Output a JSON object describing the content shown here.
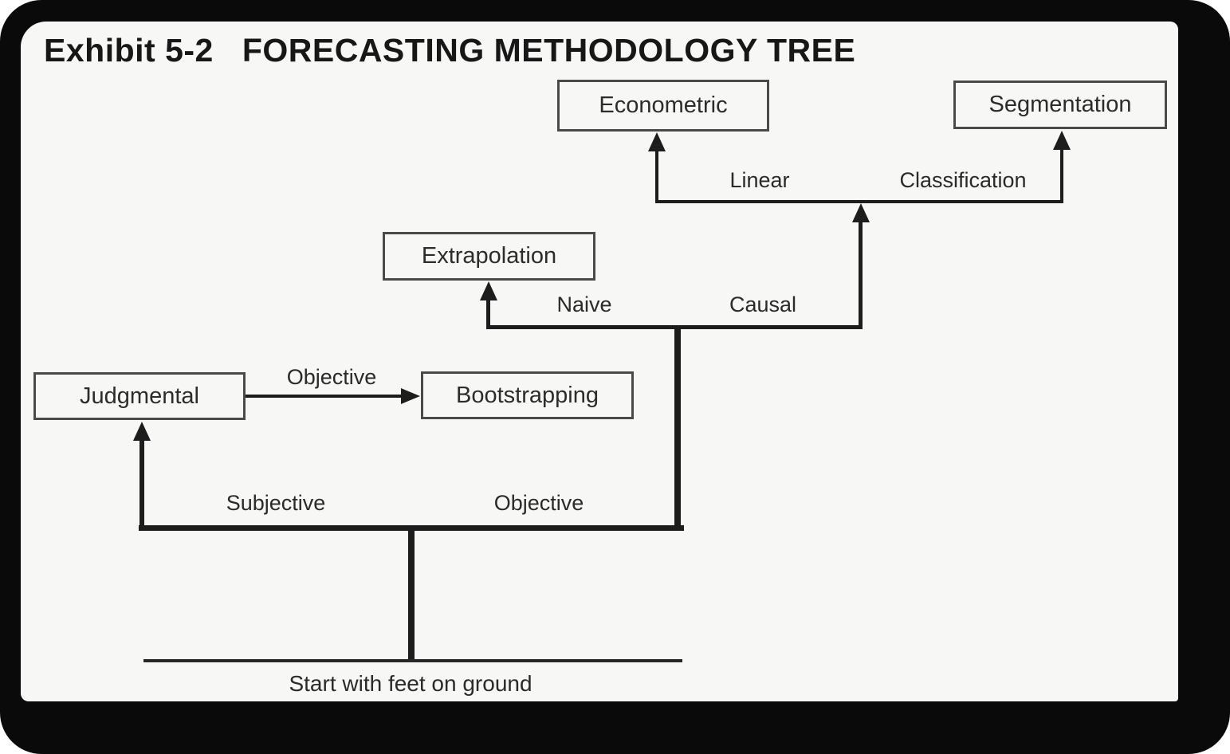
{
  "title": {
    "exhibit": "Exhibit 5-2",
    "heading": "FORECASTING METHODOLOGY TREE"
  },
  "nodes": {
    "econometric": "Econometric",
    "segmentation": "Segmentation",
    "extrapolation": "Extrapolation",
    "judgmental": "Judgmental",
    "bootstrapping": "Bootstrapping"
  },
  "branch_labels": {
    "linear": "Linear",
    "classification": "Classification",
    "naive": "Naive",
    "causal": "Causal",
    "objective_top": "Objective",
    "subjective": "Subjective",
    "objective_bottom": "Objective"
  },
  "ground_label": "Start with feet on ground",
  "colors": {
    "ink": "#1d1d1d",
    "paper": "#f7f7f5",
    "frame": "#0a0a0a",
    "box_border": "#4a4a4a"
  }
}
